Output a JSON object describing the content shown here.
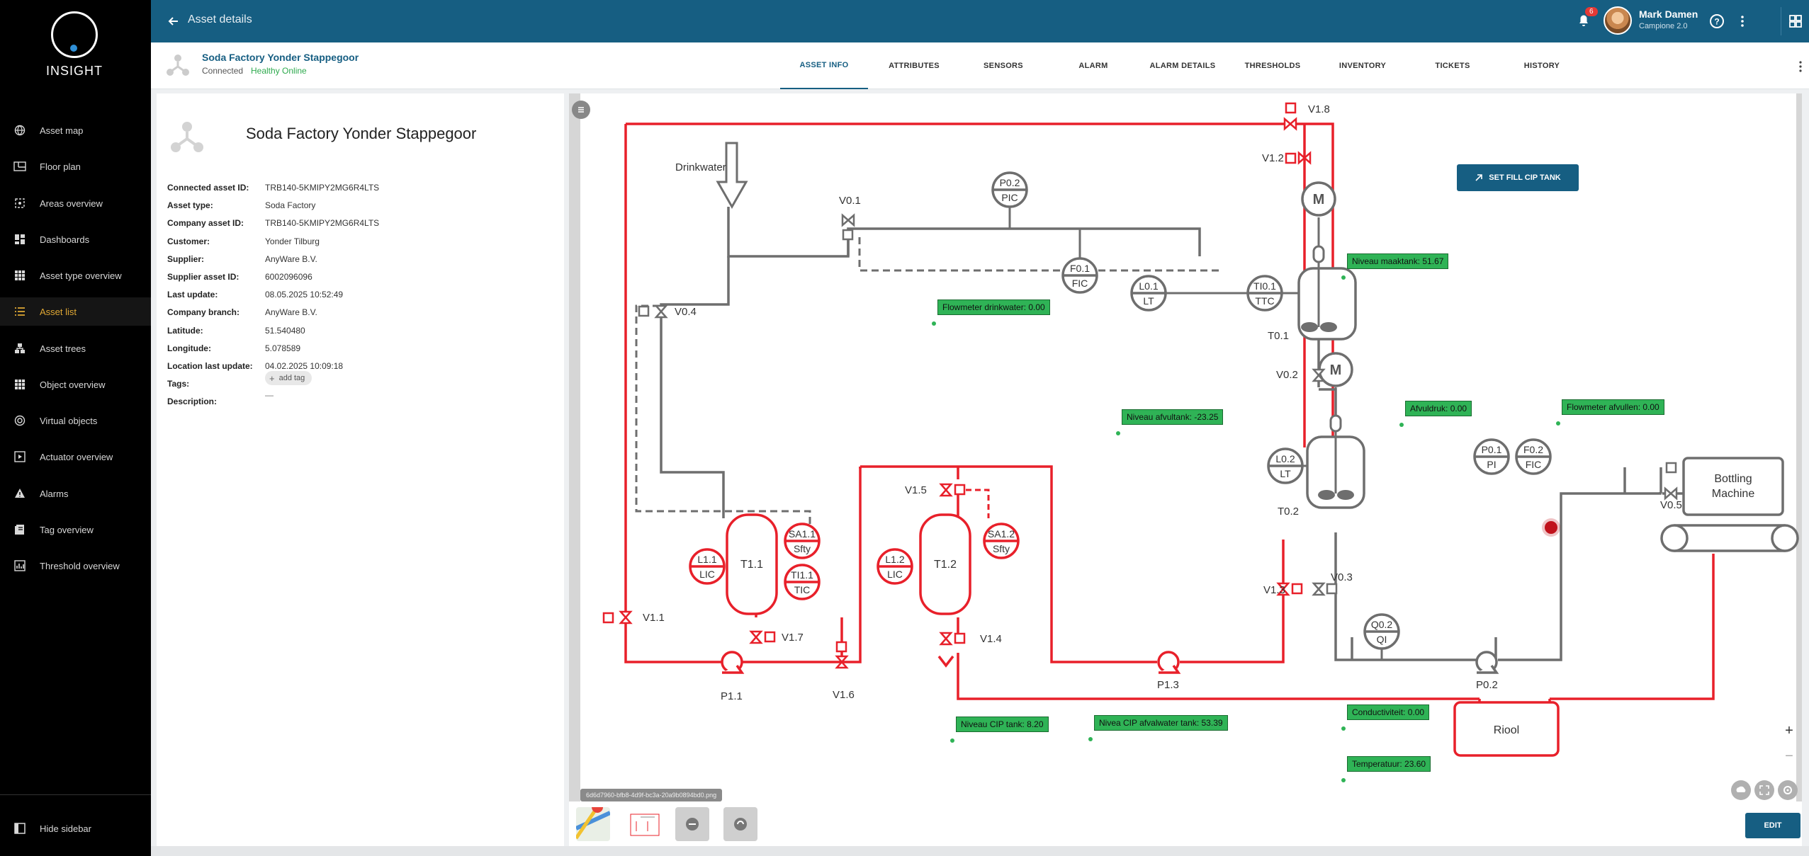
{
  "app": {
    "logo_text": "INSIGHT"
  },
  "sidebar": {
    "items": [
      {
        "label": "Asset map",
        "icon": "globe-icon"
      },
      {
        "label": "Floor plan",
        "icon": "floor-plan-icon"
      },
      {
        "label": "Areas overview",
        "icon": "areas-icon"
      },
      {
        "label": "Dashboards",
        "icon": "dashboard-icon"
      },
      {
        "label": "Asset type overview",
        "icon": "grid-icon"
      },
      {
        "label": "Asset list",
        "icon": "list-icon",
        "active": true
      },
      {
        "label": "Asset trees",
        "icon": "tree-icon"
      },
      {
        "label": "Object overview",
        "icon": "grid-icon"
      },
      {
        "label": "Virtual objects",
        "icon": "virtual-icon"
      },
      {
        "label": "Actuator overview",
        "icon": "actuator-icon"
      },
      {
        "label": "Alarms",
        "icon": "warning-icon"
      },
      {
        "label": "Tag overview",
        "icon": "tag-icon"
      },
      {
        "label": "Threshold overview",
        "icon": "chart-icon"
      }
    ],
    "hide_label": "Hide sidebar"
  },
  "topbar": {
    "title": "Asset details",
    "notifications": "6",
    "user_name": "Mark Damen",
    "user_org": "Campione 2.0"
  },
  "asset_header": {
    "name": "Soda Factory Yonder Stappegoor",
    "connection": "Connected",
    "health": "Healthy Online",
    "tabs": [
      "ASSET INFO",
      "ATTRIBUTES",
      "SENSORS",
      "ALARM",
      "ALARM DETAILS",
      "THRESHOLDS",
      "INVENTORY",
      "TICKETS",
      "HISTORY"
    ],
    "active_tab": "ASSET INFO"
  },
  "info": {
    "title": "Soda Factory Yonder Stappegoor",
    "properties": [
      {
        "key": "Connected asset ID:",
        "value": "TRB140-5KMIPY2MG6R4LTS"
      },
      {
        "key": "Asset type:",
        "value": "Soda Factory"
      },
      {
        "key": "Company asset ID:",
        "value": "TRB140-5KMIPY2MG6R4LTS"
      },
      {
        "key": "Customer:",
        "value": "Yonder Tilburg"
      },
      {
        "key": "Supplier:",
        "value": "AnyWare B.V."
      },
      {
        "key": "Supplier asset ID:",
        "value": "6002096096"
      },
      {
        "key": "Last update:",
        "value": "08.05.2025 10:52:49"
      },
      {
        "key": "Company branch:",
        "value": "AnyWare B.V."
      },
      {
        "key": "Latitude:",
        "value": "51.540480"
      },
      {
        "key": "Longitude:",
        "value": "5.078589"
      },
      {
        "key": "Location last update:",
        "value": "04.02.2025 10:09:18"
      },
      {
        "key": "Tags:",
        "value": ""
      },
      {
        "key": "Description:",
        "value": ""
      }
    ],
    "add_tag_label": "add tag",
    "description_value": "—"
  },
  "diagram": {
    "fill_button": "SET FILL CIP TANK",
    "file_name": "6d6d7960-bfb8-4d9f-bc3a-20a9b0894bd0.png",
    "edit_button": "EDIT",
    "tags": [
      "Niveau maaktank: 51.67",
      "Flowmeter drinkwater: 0.00",
      "Niveau afvultank: -23.25",
      "Afvuldruk: 0.00",
      "Flowmeter afvullen: 0.00",
      "Niveau CIP tank: 8.20",
      "Nivea CIP afvalwater tank: 53.39",
      "Conductiviteit: 0.00",
      "Temperatuur: 23.60"
    ],
    "labels": {
      "drinkwater": "Drinkwater",
      "bottling1": "Bottling",
      "bottling2": "Machine",
      "riool": "Riool",
      "v01": "V0.1",
      "v02": "V0.2",
      "v03": "V0.3",
      "v04": "V0.4",
      "v05": "V0.5",
      "v11": "V1.1",
      "v12": "V1.2",
      "v13": "V1.3",
      "v14": "V1.4",
      "v15": "V1.5",
      "v16": "V1.6",
      "v17": "V1.7",
      "v18": "V1.8",
      "t01": "T0.1",
      "t02": "T0.2",
      "t11": "T1.1",
      "t12": "T1.2",
      "p11": "P1.1",
      "p13": "P1.3",
      "p02": "P0.2",
      "p02_inst": "P0.2",
      "pic": "PIC",
      "f01": "F0.1",
      "fic": "FIC",
      "l01": "L0.1",
      "lt": "LT",
      "ti01": "TI0.1",
      "ttc": "TTC",
      "l02": "L0.2",
      "lt2": "LT",
      "p01": "P0.1",
      "pi": "PI",
      "f02": "F0.2",
      "fic2": "FIC",
      "q02": "Q0.2",
      "qi": "QI",
      "l11": "L1.1",
      "lic": "LIC",
      "l12": "L1.2",
      "lic2": "LIC",
      "sa11": "SA1.1",
      "sfty": "Sfty",
      "sa12": "SA1.2",
      "sfty2": "Sfty",
      "ti11": "TI1.1",
      "tic": "TIC",
      "m": "M",
      "m2": "M"
    }
  },
  "colors": {
    "primary": "#165e82",
    "red_line": "#e8202a",
    "gray_line": "#6e6e6e",
    "tag_green": "#2fb356",
    "active_nav": "#e0a834"
  }
}
